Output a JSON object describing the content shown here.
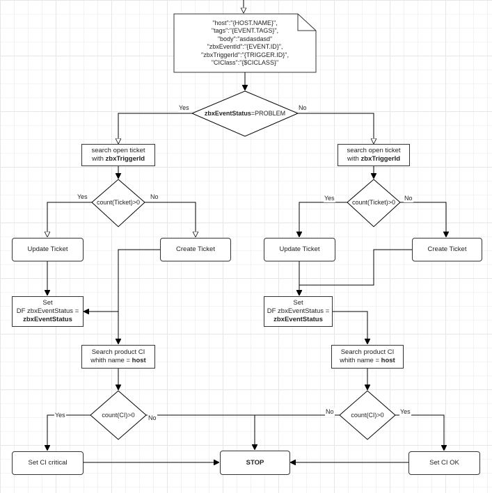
{
  "note": {
    "lines": [
      "\"host\":\"{HOST.NAME}\",",
      "\"tags\":\"{EVENT.TAGS}\",",
      "\"body\":\"asdasdasd\"",
      "\"zbxEventId\":\"{EVENT.ID}\",",
      "\"zbxTriggerId\":\"{TRIGGER.ID}\",",
      "\"CIClass\":\"{$CICLASS}\""
    ]
  },
  "decision_main": {
    "bold": "zbxEventStatus",
    "rest": "=PROBLEM"
  },
  "labels": {
    "yes": "Yes",
    "no": "No"
  },
  "left": {
    "search_ticket": {
      "line1": "search open ticket",
      "line2_plain": "with ",
      "line2_bold": "zbxTriggerId"
    },
    "decision_ticket": "count(Ticket)>0",
    "update_ticket": "Update Ticket",
    "create_ticket": "Create Ticket",
    "set_status": {
      "line1": "Set",
      "line2": "DF zbxEventStatus =",
      "line3_bold": "zbxEventStatus"
    },
    "search_ci": {
      "line1": "Search product CI",
      "line2_plain": "whith name = ",
      "line2_bold": "host"
    },
    "decision_ci": "count(CI)>0",
    "set_ci": "Set CI critical"
  },
  "right": {
    "search_ticket": {
      "line1": "search open ticket",
      "line2_plain": "with ",
      "line2_bold": "zbxTriggerId"
    },
    "decision_ticket": "count(Ticket)>0",
    "update_ticket": "Update Ticket",
    "create_ticket": "Create Ticket",
    "set_status": {
      "line1": "Set",
      "line2": "DF zbxEventStatus =",
      "line3_bold": "zbxEventStatus"
    },
    "search_ci": {
      "line1": "Search product CI",
      "line2_plain": "whith name = ",
      "line2_bold": "host"
    },
    "decision_ci": "count(CI)>0",
    "set_ci": "Set CI OK"
  },
  "stop": "STOP"
}
